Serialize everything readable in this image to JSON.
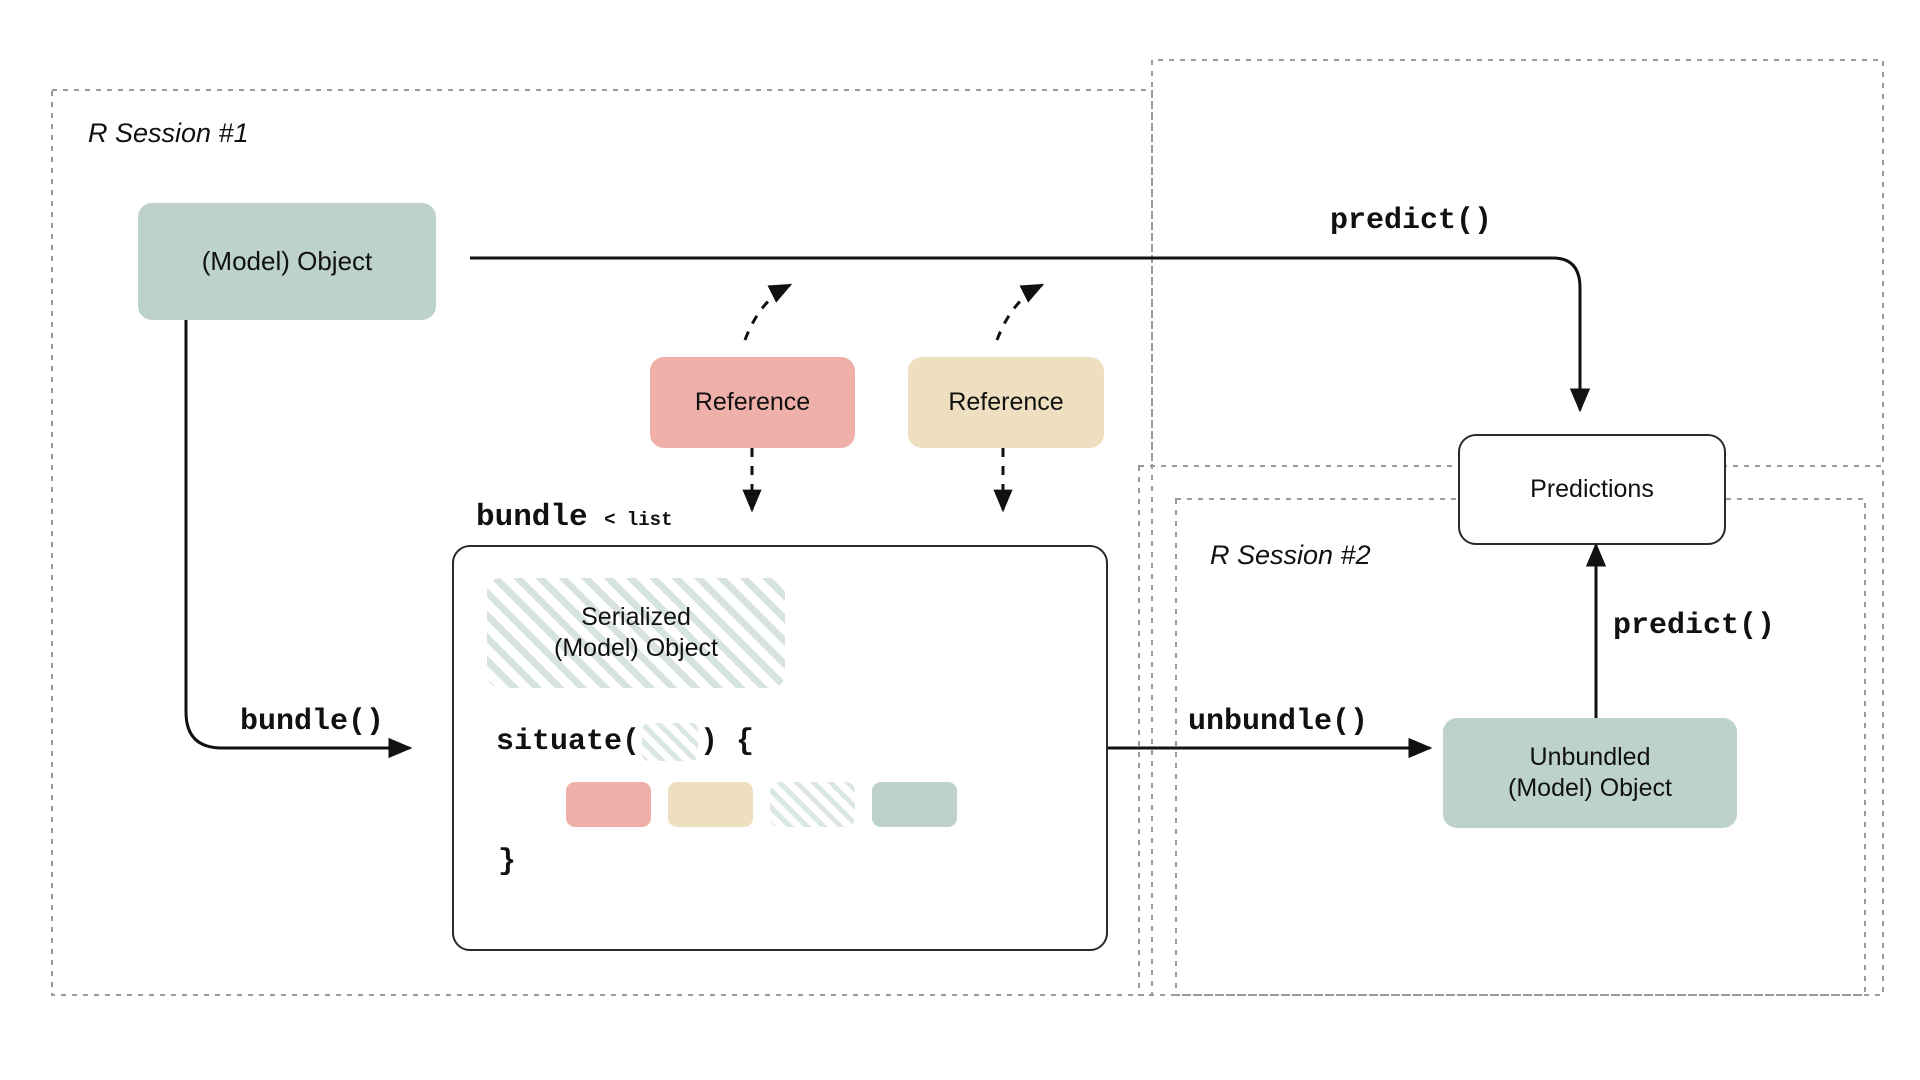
{
  "diagram": {
    "title_hidden": "",
    "sessions": [
      {
        "id": "session-1",
        "label": "R Session #1"
      },
      {
        "id": "session-2",
        "label": "R Session #2"
      }
    ],
    "nodes": {
      "model_object": {
        "label": "(Model) Object",
        "color": "#bcd2cb"
      },
      "reference_1": {
        "label": "Reference",
        "color": "#eeb0a8"
      },
      "reference_2": {
        "label": "Reference",
        "color": "#eedfc1"
      },
      "serialized_object": {
        "line1": "Serialized",
        "line2": "(Model) Object"
      },
      "predictions": {
        "label": "Predictions"
      },
      "unbundled_object": {
        "line1": "Unbundled",
        "line2": "(Model) Object",
        "color": "#bcd2cb"
      }
    },
    "code": {
      "bundle_type_main": "bundle",
      "bundle_type_suffix": "< list",
      "situate_open": "situate(",
      "situate_close": ") {",
      "situate_brace_close": "}"
    },
    "chips": [
      {
        "name": "chip-reference-pink",
        "color": "#eeb0a8",
        "pattern": "solid"
      },
      {
        "name": "chip-reference-tan",
        "color": "#eedfc1",
        "pattern": "solid"
      },
      {
        "name": "chip-serialized-striped",
        "color": "#d6e4dd",
        "pattern": "striped"
      },
      {
        "name": "chip-model-green",
        "color": "#bcd2cb",
        "pattern": "solid"
      }
    ],
    "edges": [
      {
        "name": "edge-predict-session1",
        "label": "predict()"
      },
      {
        "name": "edge-bundle",
        "label": "bundle()"
      },
      {
        "name": "edge-unbundle",
        "label": "unbundle()"
      },
      {
        "name": "edge-predict-session2",
        "label": "predict()"
      }
    ],
    "colors": {
      "green": "#bcd2cb",
      "pink": "#eeb0a8",
      "tan": "#eedfc1",
      "stripe": "#d6e4dd",
      "stroke": "#2b2b2b",
      "dashed": "#9a9a9a",
      "background": "#ffffff"
    }
  }
}
